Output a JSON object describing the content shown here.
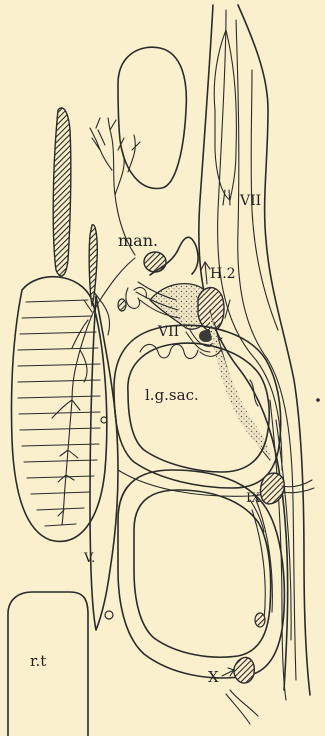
{
  "labels": {
    "man": "man.",
    "vii_top": "VII",
    "h2": "H.2",
    "vii_mid": "VII",
    "lg_sac": "l.g.sac.",
    "ix": "IX",
    "v": "V.",
    "x": "X",
    "rt": "r.t"
  },
  "colors": {
    "background": "#fbf0cd",
    "ink": "#2a2a2a"
  }
}
